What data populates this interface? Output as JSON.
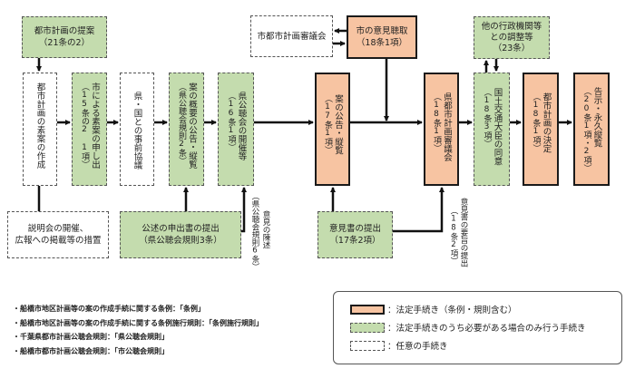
{
  "colors": {
    "statutory": "#f7c4a2",
    "conditional": "#c4dcae",
    "optional": "#ffffff"
  },
  "top_boxes": {
    "proposal": {
      "line1": "都市計画の提案",
      "line2": "（21条の2）"
    },
    "city_council": {
      "label": "市都市計画審議会"
    },
    "city_hearing": {
      "line1": "市の意見聴取",
      "line2": "（18条1項）"
    },
    "other_agencies": {
      "line1": "他の行政機関等",
      "line2": "との調整等",
      "line3": "（23条）"
    }
  },
  "main_flow": [
    {
      "id": "draft",
      "type": "optional",
      "text": "都市計画の素案の作成",
      "ref": ""
    },
    {
      "id": "city-request",
      "type": "conditional",
      "text": "市による素案の申し出",
      "ref": "（15条の2 1項）"
    },
    {
      "id": "prior-consult",
      "type": "optional",
      "text": "県・国との事前協議",
      "ref": ""
    },
    {
      "id": "outline-notice",
      "type": "conditional",
      "text": "案の概要の公告・縦覧",
      "ref": "（県公聴会規則2条）"
    },
    {
      "id": "public-hearing",
      "type": "conditional",
      "text": "県公聴会の開催等",
      "ref": "（16条1項）"
    },
    {
      "id": "plan-notice",
      "type": "statutory",
      "text": "案の公告・縦覧",
      "ref": "（17条1項）"
    },
    {
      "id": "pref-council",
      "type": "statutory",
      "text": "県都市計画審議会",
      "ref": "（18条1項）"
    },
    {
      "id": "minister-consent",
      "type": "conditional",
      "text": "国土交通大臣の同意",
      "ref": "（18条3項）"
    },
    {
      "id": "decision",
      "type": "statutory",
      "text": "都市計画の決定",
      "ref": "（18条1項）"
    },
    {
      "id": "announcement",
      "type": "statutory",
      "text": "告示・永久縦覧",
      "ref": "（20条1項・2項）"
    }
  ],
  "bottom_boxes": {
    "briefing": {
      "line1": "説明会の開催、",
      "line2": "広報への掲載等の措置"
    },
    "statement_request": {
      "line1": "公述の申出書の提出",
      "line2": "（県公聴会規則3条）"
    },
    "opinion_submission": {
      "line1": "意見書の提出",
      "line2": "（17条2項）"
    }
  },
  "side_notes": {
    "opinion_statement": {
      "text": "意見の陳述",
      "ref": "（県公聴会規則6条）"
    },
    "opinion_summary": {
      "text": "意見書の要旨の提出",
      "ref": "（18条2項）"
    }
  },
  "notes": [
    "・船橋市地区計画等の案の作成手続に関する条例：「条例」",
    "・船橋市地区計画等の案の作成手続に関する条例施行規則：「条例施行規則」",
    "・千葉県都市計画公聴会規則：「県公聴会規則」",
    "・船橋市都市計画公聴会規則：「市公聴会規則」"
  ],
  "legend": [
    {
      "type": "statutory",
      "label": "：法定手続き（条例・規則含む）"
    },
    {
      "type": "conditional",
      "label": "：法定手続きのうち必要がある場合のみ行う手続き"
    },
    {
      "type": "optional",
      "label": "：任意の手続き"
    }
  ]
}
